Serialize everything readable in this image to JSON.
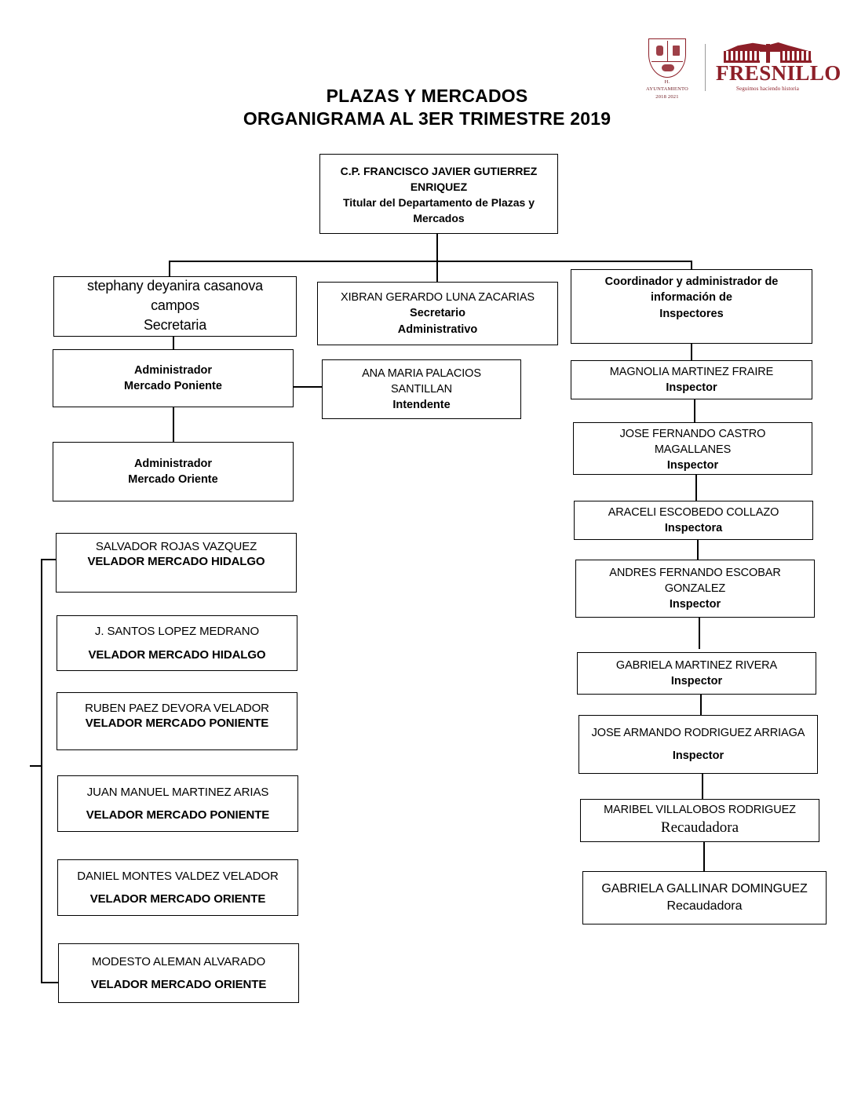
{
  "document": {
    "title_line1": "PLAZAS Y MERCADOS",
    "title_line2": "ORGANIGRAMA AL 3ER TRIMESTRE 2019"
  },
  "logos": {
    "crest": {
      "icon": "coat-of-arms-icon",
      "caption_line1": "H. AYUNTAMIENTO",
      "caption_line2": "2018 2021",
      "color": "#8d1f28"
    },
    "fresnillo": {
      "icon": "fresnillo-arcade-icon",
      "wordmark": "FRESNILLO",
      "tagline": "Seguimos haciendo historia",
      "color": "#8d1f28"
    }
  },
  "chart_data": {
    "type": "org-chart",
    "title": "PLAZAS Y MERCADOS - ORGANIGRAMA AL 3ER TRIMESTRE 2019",
    "nodes": [
      {
        "id": "titular",
        "lines": [
          "C.P. FRANCISCO JAVIER GUTIERREZ",
          "ENRIQUEZ",
          "Titular del Departamento de Plazas y",
          "Mercados"
        ],
        "name": "C.P. FRANCISCO JAVIER GUTIERREZ ENRIQUEZ",
        "role": "Titular del Departamento de Plazas y Mercados",
        "parent": null
      },
      {
        "id": "secretaria",
        "lines": [
          "stephany deyanira casanova",
          "campos",
          "Secretaria"
        ],
        "name": "stephany deyanira casanova campos",
        "role": "Secretaria",
        "parent": "titular"
      },
      {
        "id": "secretario-admin",
        "lines": [
          "XIBRAN GERARDO LUNA ZACARIAS",
          "Secretario",
          "Administrativo"
        ],
        "name": "XIBRAN GERARDO LUNA ZACARIAS",
        "role": "Secretario Administrativo",
        "parent": "titular"
      },
      {
        "id": "coordinador",
        "lines": [
          "Coordinador y administrador de",
          "información de",
          "Inspectores"
        ],
        "name": "",
        "role": "Coordinador y administrador de información de Inspectores",
        "parent": "titular"
      },
      {
        "id": "admin-poniente",
        "lines": [
          "Administrador",
          "Mercado Poniente"
        ],
        "name": "",
        "role": "Administrador Mercado Poniente",
        "parent": "secretaria"
      },
      {
        "id": "intendente",
        "lines": [
          "ANA MARIA PALACIOS",
          "SANTILLAN",
          "Intendente"
        ],
        "name": "ANA MARIA PALACIOS SANTILLAN",
        "role": "Intendente",
        "parent": "admin-poniente"
      },
      {
        "id": "admin-oriente",
        "lines": [
          "Administrador",
          "Mercado Oriente"
        ],
        "name": "",
        "role": "Administrador Mercado Oriente",
        "parent": "admin-poniente"
      },
      {
        "id": "velador-1",
        "lines": [
          "SALVADOR ROJAS VAZQUEZ",
          "VELADOR MERCADO HIDALGO"
        ],
        "name": "SALVADOR ROJAS VAZQUEZ",
        "role": "VELADOR MERCADO HIDALGO",
        "parent": "admin-oriente"
      },
      {
        "id": "velador-2",
        "lines": [
          "J. SANTOS LOPEZ MEDRANO",
          "VELADOR MERCADO HIDALGO"
        ],
        "name": "J. SANTOS LOPEZ MEDRANO",
        "role": "VELADOR MERCADO HIDALGO",
        "parent": "admin-oriente"
      },
      {
        "id": "velador-3",
        "lines": [
          "RUBEN PAEZ DEVORA VELADOR",
          "VELADOR MERCADO PONIENTE"
        ],
        "name": "RUBEN PAEZ DEVORA VELADOR",
        "role": "VELADOR MERCADO PONIENTE",
        "parent": "admin-oriente"
      },
      {
        "id": "velador-4",
        "lines": [
          "JUAN MANUEL MARTINEZ ARIAS",
          "VELADOR MERCADO PONIENTE"
        ],
        "name": "JUAN MANUEL MARTINEZ ARIAS",
        "role": "VELADOR MERCADO PONIENTE",
        "parent": "admin-oriente"
      },
      {
        "id": "velador-5",
        "lines": [
          "DANIEL MONTES VALDEZ VELADOR",
          "VELADOR MERCADO ORIENTE"
        ],
        "name": "DANIEL MONTES VALDEZ VELADOR",
        "role": "VELADOR MERCADO ORIENTE",
        "parent": "admin-oriente"
      },
      {
        "id": "velador-6",
        "lines": [
          "MODESTO ALEMAN ALVARADO",
          "VELADOR MERCADO ORIENTE"
        ],
        "name": "MODESTO ALEMAN ALVARADO",
        "role": "VELADOR MERCADO ORIENTE",
        "parent": "admin-oriente"
      },
      {
        "id": "inspector-1",
        "lines": [
          "MAGNOLIA MARTINEZ FRAIRE",
          "Inspector"
        ],
        "name": "MAGNOLIA MARTINEZ FRAIRE",
        "role": "Inspector",
        "parent": "coordinador"
      },
      {
        "id": "inspector-2",
        "lines": [
          "JOSE FERNANDO CASTRO",
          "MAGALLANES",
          "Inspector"
        ],
        "name": "JOSE FERNANDO CASTRO MAGALLANES",
        "role": "Inspector",
        "parent": "inspector-1"
      },
      {
        "id": "inspector-3",
        "lines": [
          "ARACELI ESCOBEDO COLLAZO",
          "Inspectora"
        ],
        "name": "ARACELI ESCOBEDO COLLAZO",
        "role": "Inspectora",
        "parent": "inspector-2"
      },
      {
        "id": "inspector-4",
        "lines": [
          "ANDRES FERNANDO ESCOBAR",
          "GONZALEZ",
          "Inspector"
        ],
        "name": "ANDRES FERNANDO ESCOBAR GONZALEZ",
        "role": "Inspector",
        "parent": "inspector-3"
      },
      {
        "id": "inspector-5",
        "lines": [
          "GABRIELA MARTINEZ RIVERA",
          "Inspector"
        ],
        "name": "GABRIELA MARTINEZ RIVERA",
        "role": "Inspector",
        "parent": "inspector-4"
      },
      {
        "id": "inspector-6",
        "lines": [
          "JOSE ARMANDO RODRIGUEZ ARRIAGA",
          "Inspector"
        ],
        "name": "JOSE ARMANDO RODRIGUEZ ARRIAGA",
        "role": "Inspector",
        "parent": "inspector-5"
      },
      {
        "id": "recaudadora-1",
        "lines": [
          "MARIBEL VILLALOBOS RODRIGUEZ",
          "Recaudadora"
        ],
        "name": "MARIBEL VILLALOBOS RODRIGUEZ",
        "role": "Recaudadora",
        "parent": "inspector-6"
      },
      {
        "id": "recaudadora-2",
        "lines": [
          "GABRIELA GALLINAR DOMINGUEZ",
          "Recaudadora"
        ],
        "name": "GABRIELA GALLINAR DOMINGUEZ",
        "role": "Recaudadora",
        "parent": "recaudadora-1"
      }
    ]
  }
}
